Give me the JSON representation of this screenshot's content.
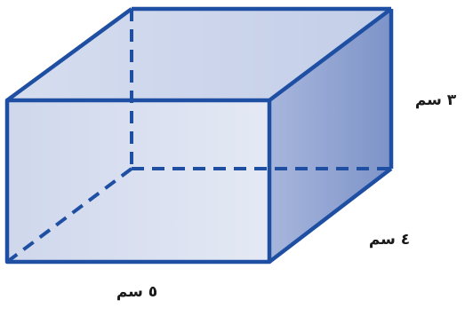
{
  "figure": {
    "shape": "rectangular-prism",
    "colors": {
      "edge": "#1f4fa3",
      "front_face": "#d9dfee",
      "top_face": "#cdd6ea",
      "side_face": "#8fa2cf",
      "background": "#ffffff"
    },
    "labels": {
      "height": "٣ سم",
      "depth": "٤ سم",
      "width": "٥ سم"
    }
  }
}
